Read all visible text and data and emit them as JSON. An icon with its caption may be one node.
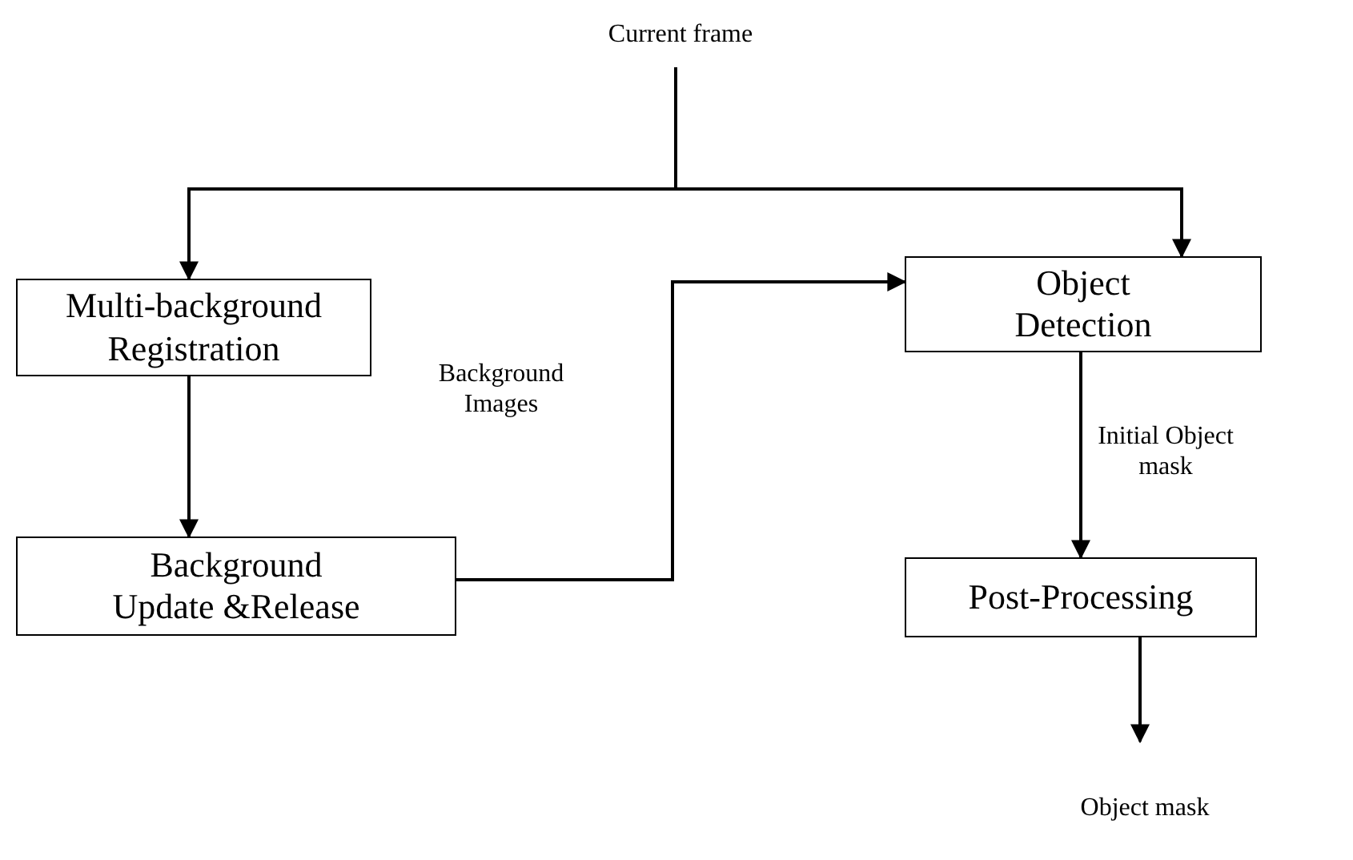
{
  "diagram": {
    "nodes": [
      {
        "text": [
          "Current frame"
        ]
      },
      {
        "text": [
          "Multi-background Registration"
        ]
      },
      {
        "text": [
          "Object Detection"
        ]
      },
      {
        "text": [
          "Background Update &Release"
        ]
      },
      {
        "text": [
          "Post-Processing"
        ]
      },
      {
        "text": [
          "Object mask"
        ]
      }
    ],
    "edges": [
      {
        "from": 0,
        "to": 1,
        "arrow": "to"
      },
      {
        "from": 0,
        "to": 2,
        "arrow": "to"
      },
      {
        "from": 1,
        "to": 3,
        "arrow": "to"
      },
      {
        "from": 3,
        "to": 2,
        "arrow": "to",
        "label": "Background Images"
      },
      {
        "from": 2,
        "to": 4,
        "arrow": "to",
        "label": "Initial Object mask"
      },
      {
        "from": 4,
        "to": 5,
        "arrow": "to"
      }
    ]
  }
}
